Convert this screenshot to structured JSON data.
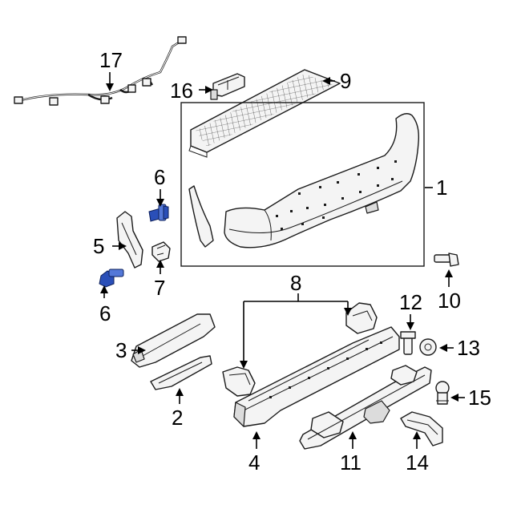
{
  "callouts": {
    "c1": "1",
    "c2": "2",
    "c3": "3",
    "c4": "4",
    "c5": "5",
    "c6a": "6",
    "c6b": "6",
    "c7": "7",
    "c8": "8",
    "c9": "9",
    "c10": "10",
    "c11": "11",
    "c12": "12",
    "c13": "13",
    "c14": "14",
    "c15": "15",
    "c16": "16",
    "c17": "17"
  },
  "colors": {
    "highlight_part": "#2a4fb8",
    "line": "#1a1a1a",
    "background": "#ffffff"
  },
  "highlighted_parts": [
    "6"
  ]
}
